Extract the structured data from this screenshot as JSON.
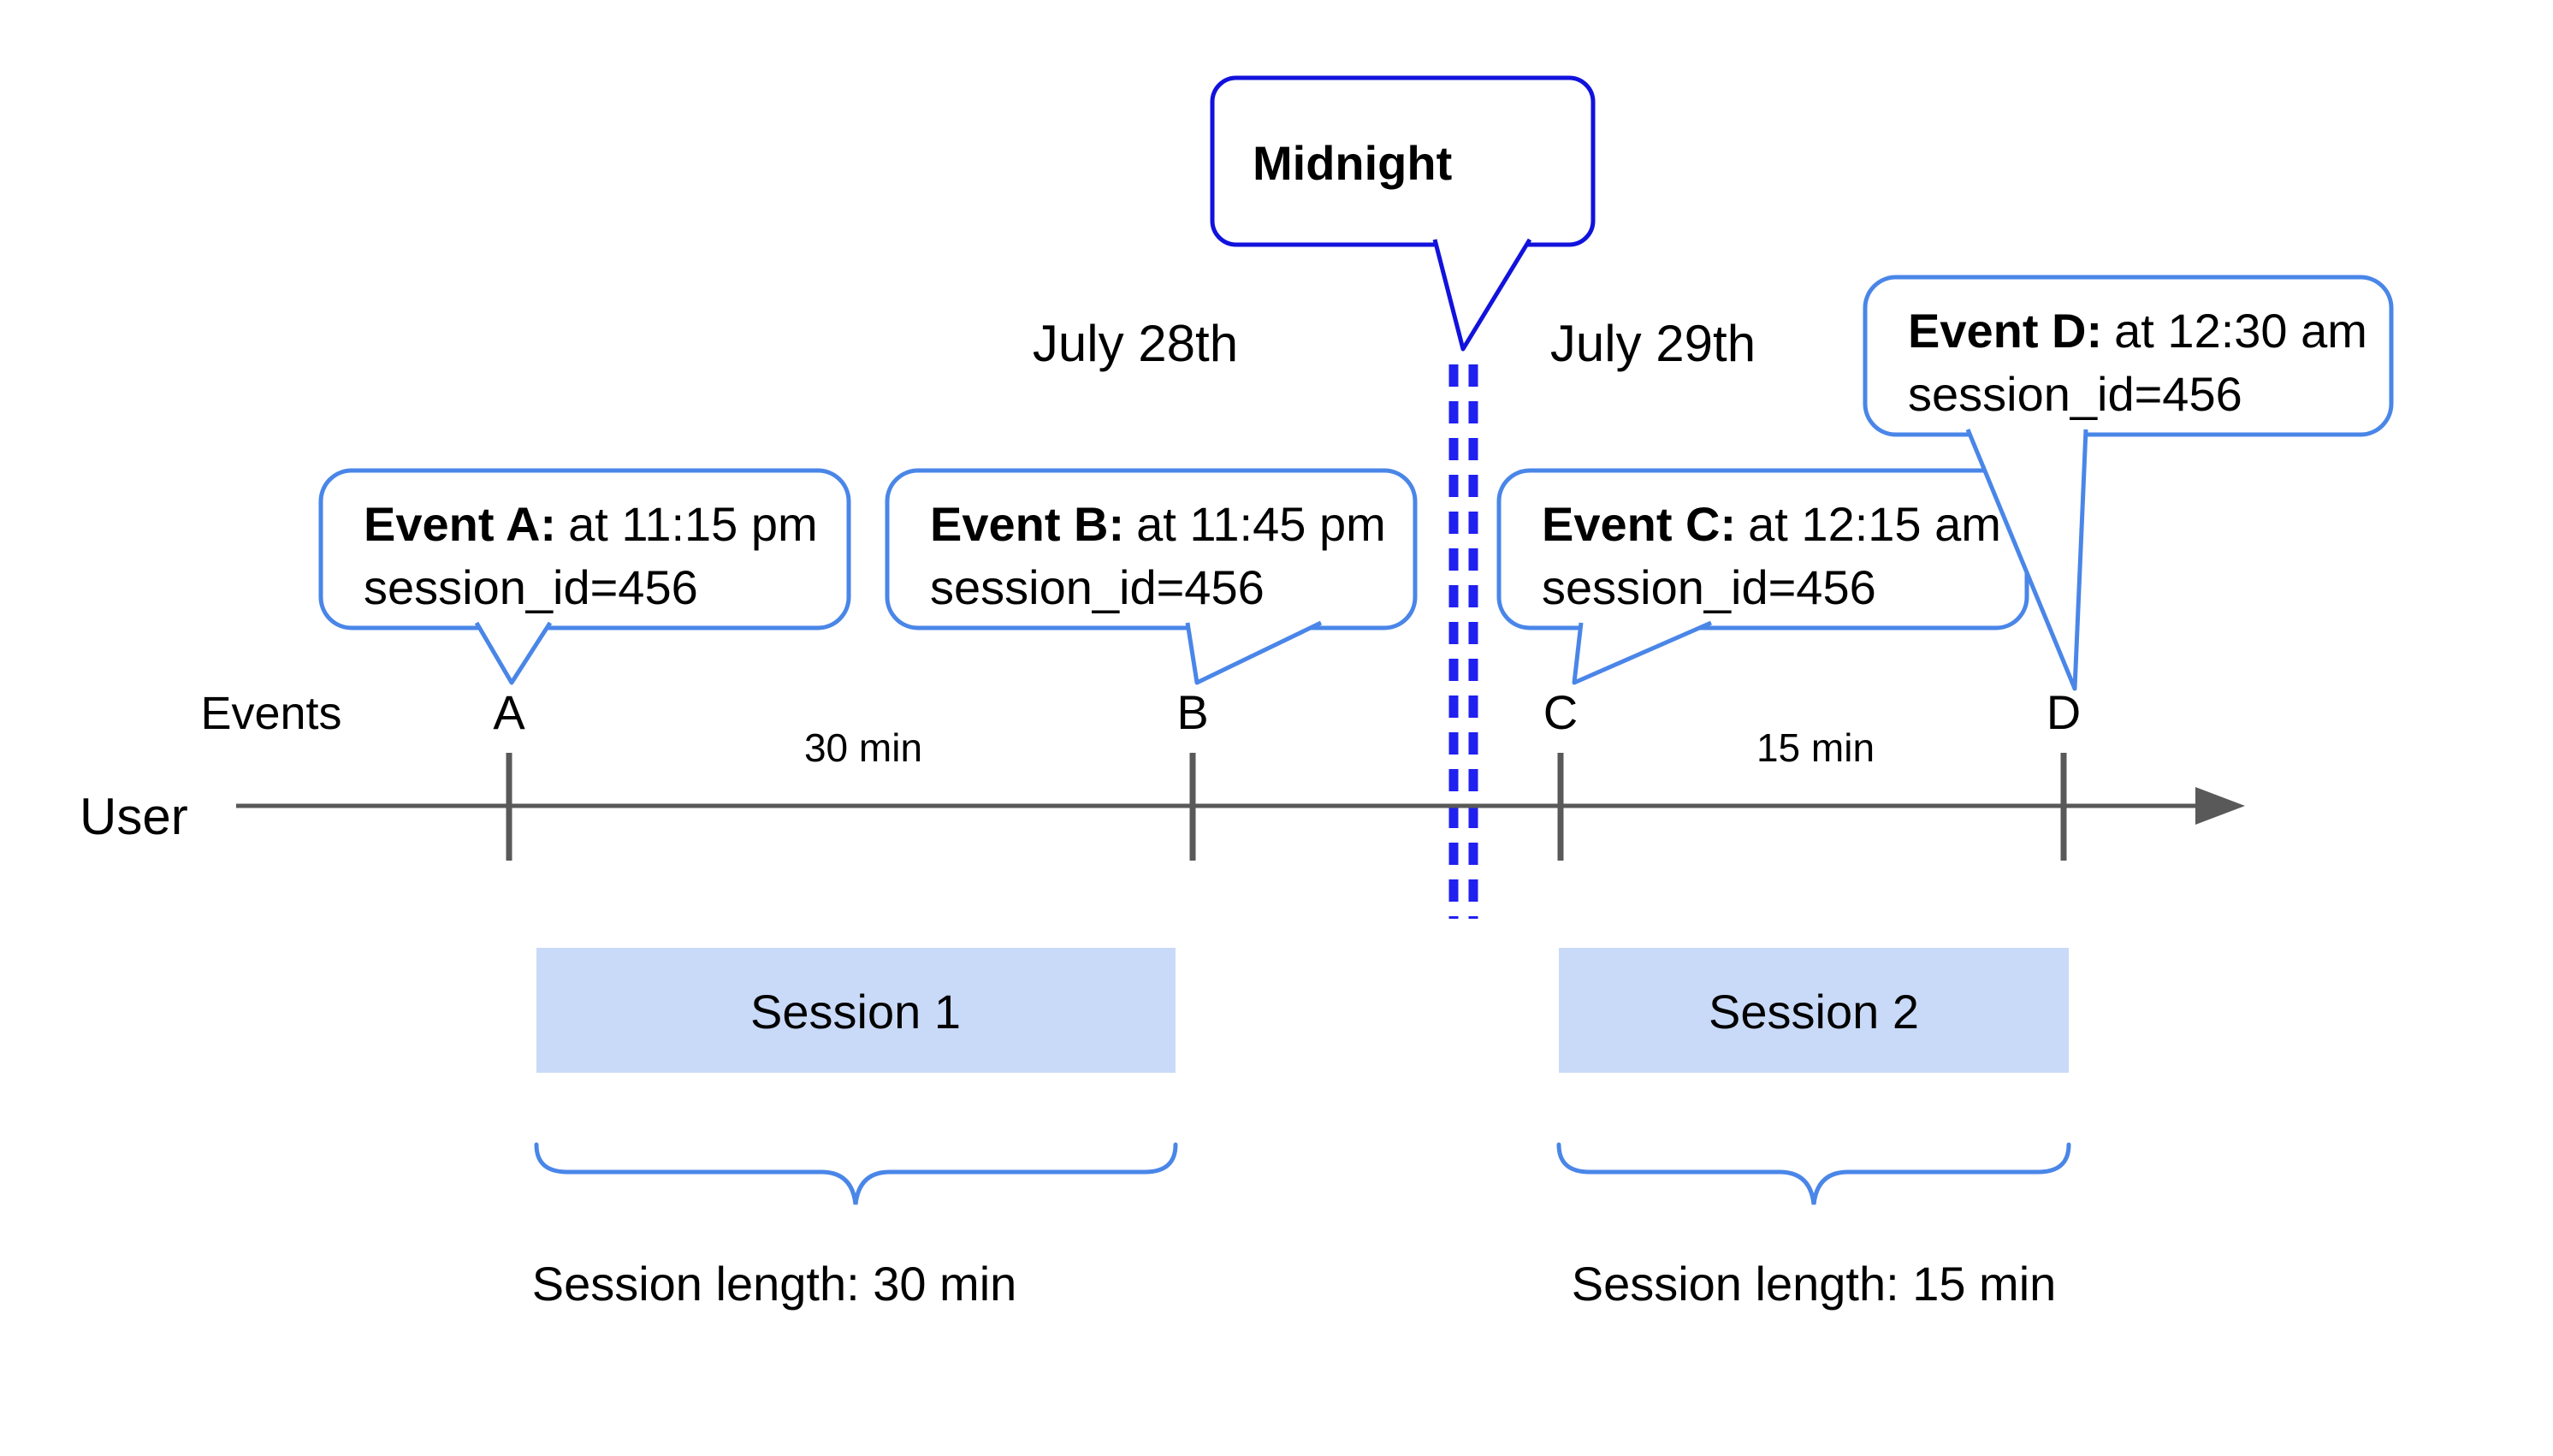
{
  "colors": {
    "bubble_border": "#4a86e8",
    "midnight_border": "#1212dd",
    "dashed_line": "#2020f0",
    "axis": "#595959",
    "session_fill": "#c9daf8",
    "text": "#000000"
  },
  "midnight": {
    "label": "Midnight"
  },
  "dates": {
    "left": "July 28th",
    "right": "July 29th"
  },
  "events": [
    {
      "id": "A",
      "title": "Event A:",
      "time_text": "at 11:15 pm",
      "session_text": "session_id=456"
    },
    {
      "id": "B",
      "title": "Event B:",
      "time_text": "at 11:45 pm",
      "session_text": "session_id=456"
    },
    {
      "id": "C",
      "title": "Event C:",
      "time_text": "at 12:15 am",
      "session_text": "session_id=456"
    },
    {
      "id": "D",
      "title": "Event D:",
      "time_text": "at 12:30 am",
      "session_text": "session_id=456"
    }
  ],
  "axis": {
    "user_label": "User",
    "events_label": "Events",
    "intervals": [
      "30 min",
      "15 min"
    ]
  },
  "sessions": [
    {
      "name": "Session 1",
      "length_label": "Session length: 30 min"
    },
    {
      "name": "Session 2",
      "length_label": "Session length: 15 min"
    }
  ]
}
